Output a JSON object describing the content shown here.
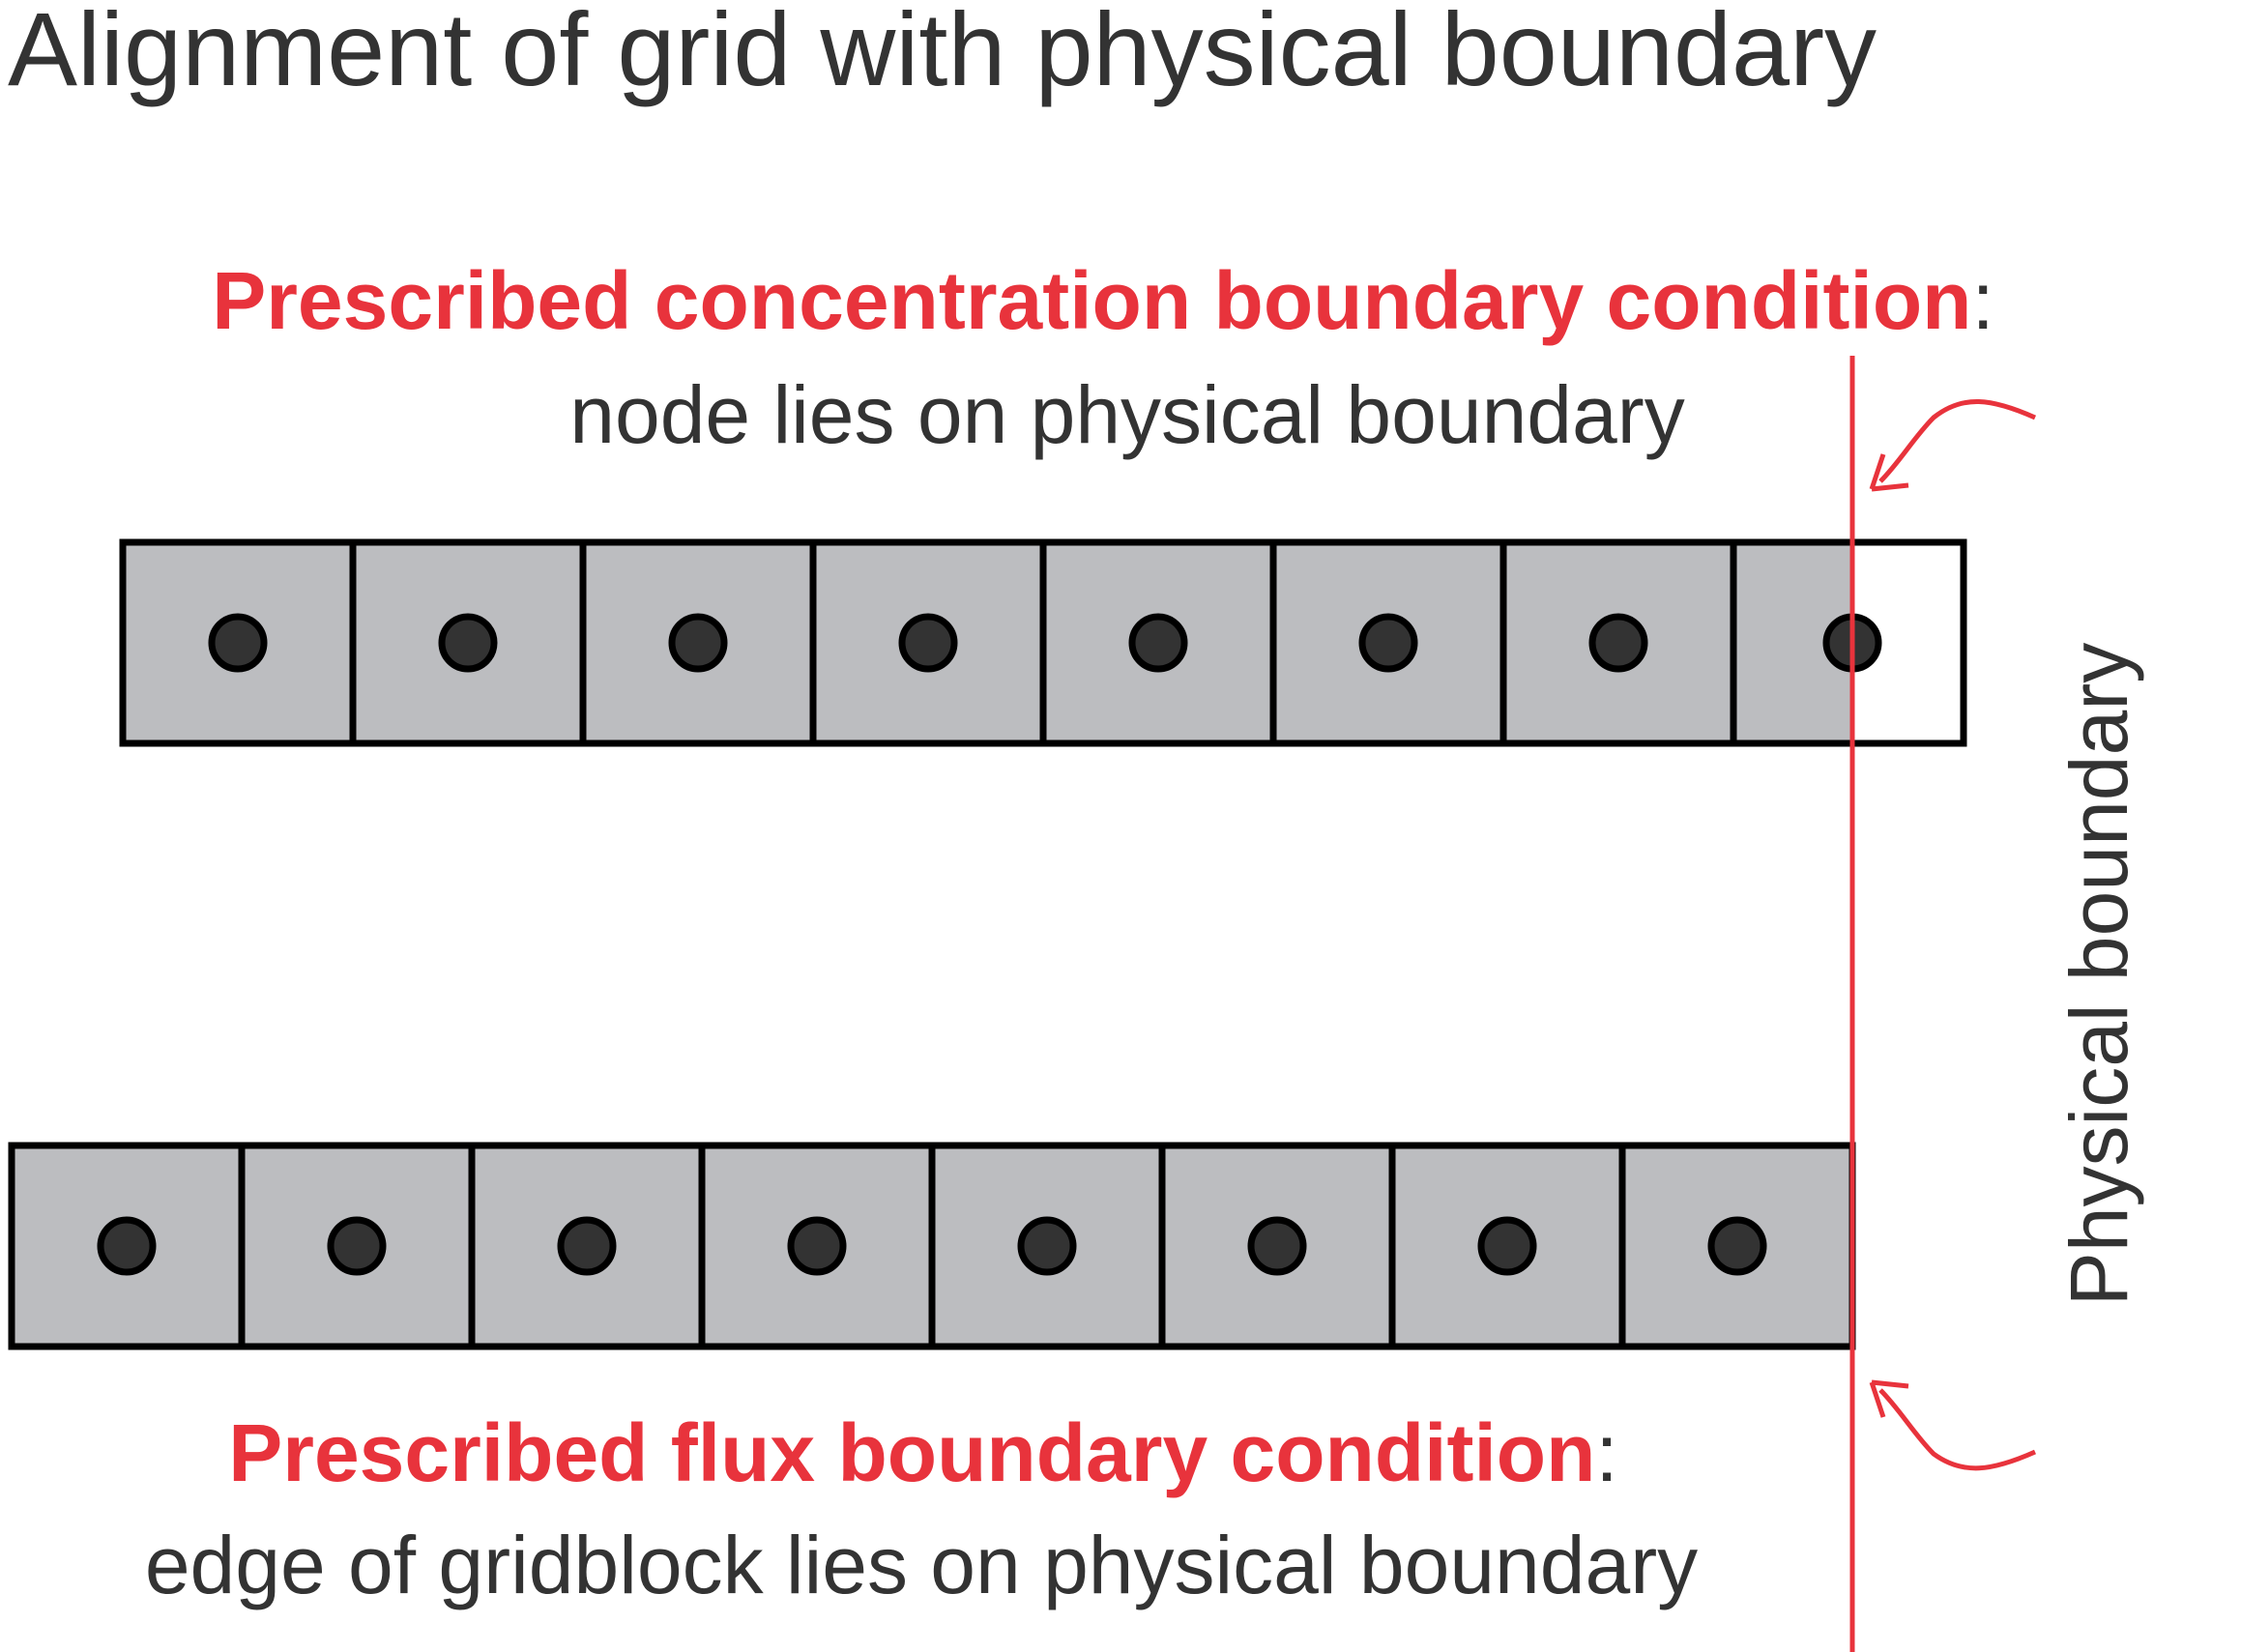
{
  "title": "Alignment of grid with physical boundary",
  "colors": {
    "accent": "#e8333c",
    "text": "#333333",
    "cell_fill": "#bcbdc0",
    "node_fill": "#333333",
    "stroke": "#000000"
  },
  "top_grid": {
    "heading": "Prescribed concentration boundary condition",
    "heading_suffix": ":",
    "description": "node lies on physical boundary",
    "cell_count": 8,
    "last_cell_split_by_boundary": true
  },
  "bottom_grid": {
    "heading": "Prescribed flux boundary condition",
    "heading_suffix": ":",
    "description": "edge of gridblock lies on physical boundary",
    "cell_count": 8,
    "last_cell_split_by_boundary": false
  },
  "boundary_label": "Physical boundary",
  "icons": {
    "node": "filled-circle-node",
    "arrow": "curved-arrow-icon"
  }
}
